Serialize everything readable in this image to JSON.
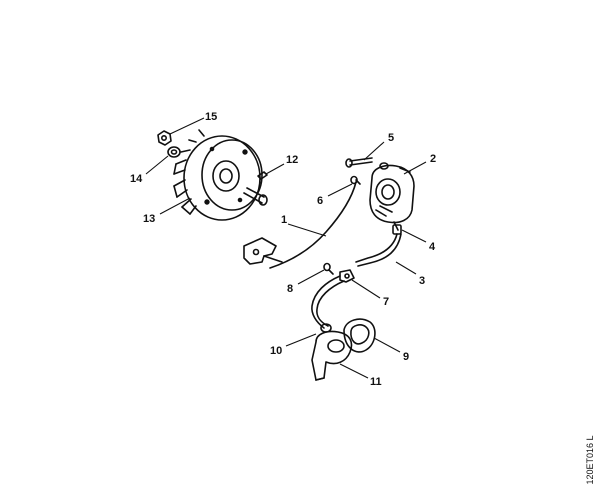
{
  "callouts": {
    "c1": "1",
    "c2": "2",
    "c3": "3",
    "c4": "4",
    "c5": "5",
    "c6": "6",
    "c7": "7",
    "c8": "8",
    "c9": "9",
    "c10": "10",
    "c11": "11",
    "c12": "12",
    "c13": "13",
    "c14": "14",
    "c15": "15"
  },
  "reference_code": "120ET016 L"
}
